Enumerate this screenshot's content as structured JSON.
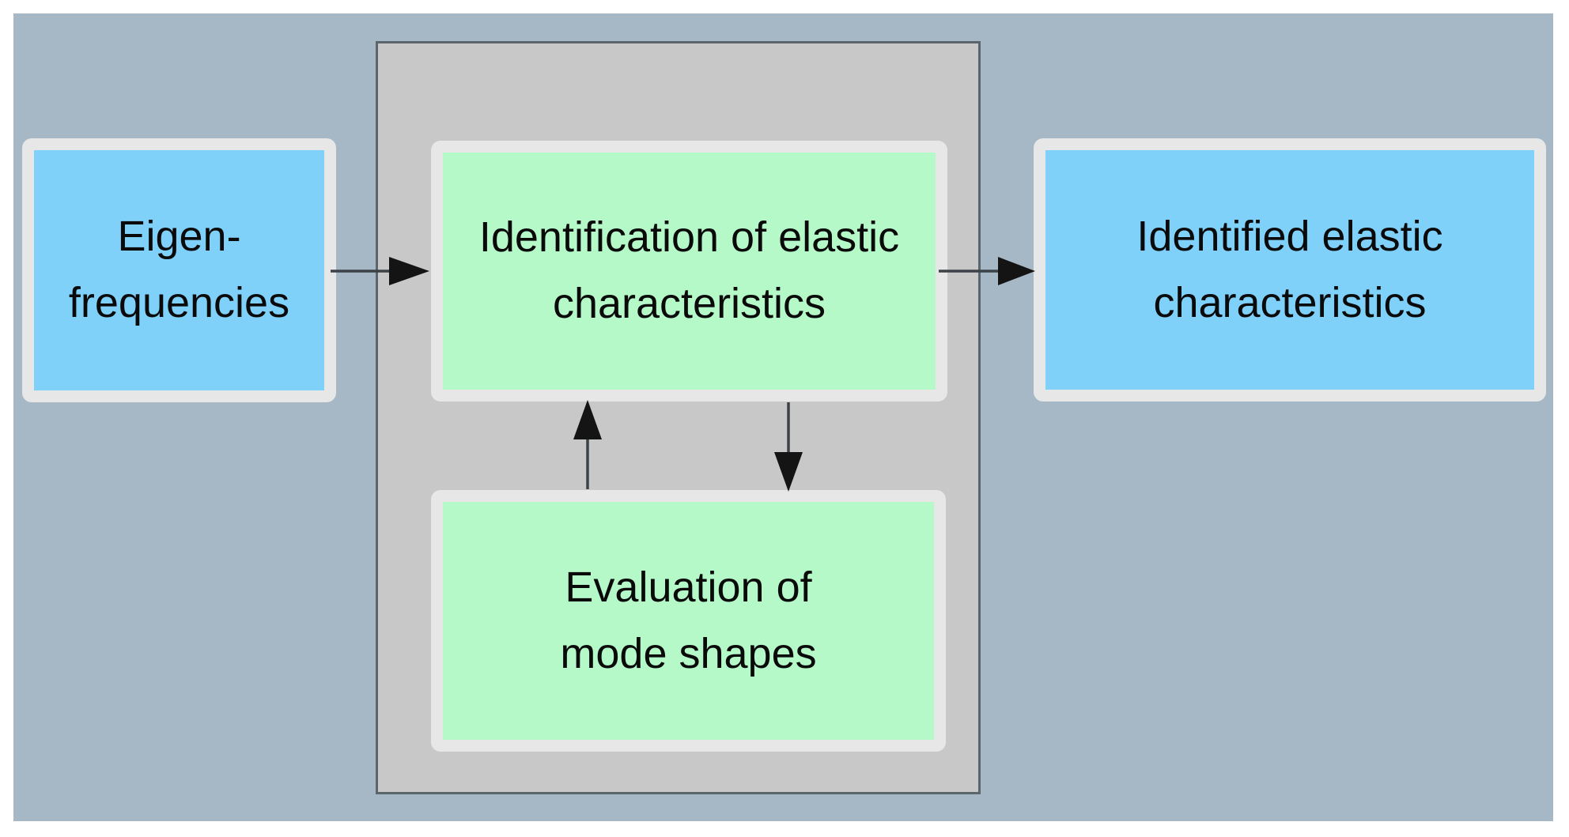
{
  "colors": {
    "page": "#ffffff",
    "panel": "#a6b8c5",
    "container": "#c8c8c8",
    "container-border": "#5b656c",
    "node-border": "#e7e7e7",
    "blue": "#80d1fa",
    "green": "#b5f9c8",
    "text": "#0a0a0a",
    "arrow": "#141414",
    "arrow-shaft": "#3c4248"
  },
  "diagram": {
    "type": "flowchart",
    "nodes": [
      {
        "id": "eigen-frequencies",
        "label": "Eigen-\nfrequencies",
        "fill": "blue",
        "role": "input"
      },
      {
        "id": "identification",
        "label": "Identification of elastic\ncharacteristics",
        "fill": "green",
        "role": "process"
      },
      {
        "id": "evaluation",
        "label": "Evaluation of\nmode shapes",
        "fill": "green",
        "role": "process"
      },
      {
        "id": "identified",
        "label": "Identified elastic\ncharacteristics",
        "fill": "blue",
        "role": "output"
      }
    ],
    "arrows": [
      {
        "from": "eigen-frequencies",
        "to": "identification",
        "direction": "right"
      },
      {
        "from": "identification",
        "to": "identified",
        "direction": "right"
      },
      {
        "from": "evaluation",
        "to": "identification",
        "direction": "up"
      },
      {
        "from": "identification",
        "to": "evaluation",
        "direction": "down"
      }
    ]
  }
}
